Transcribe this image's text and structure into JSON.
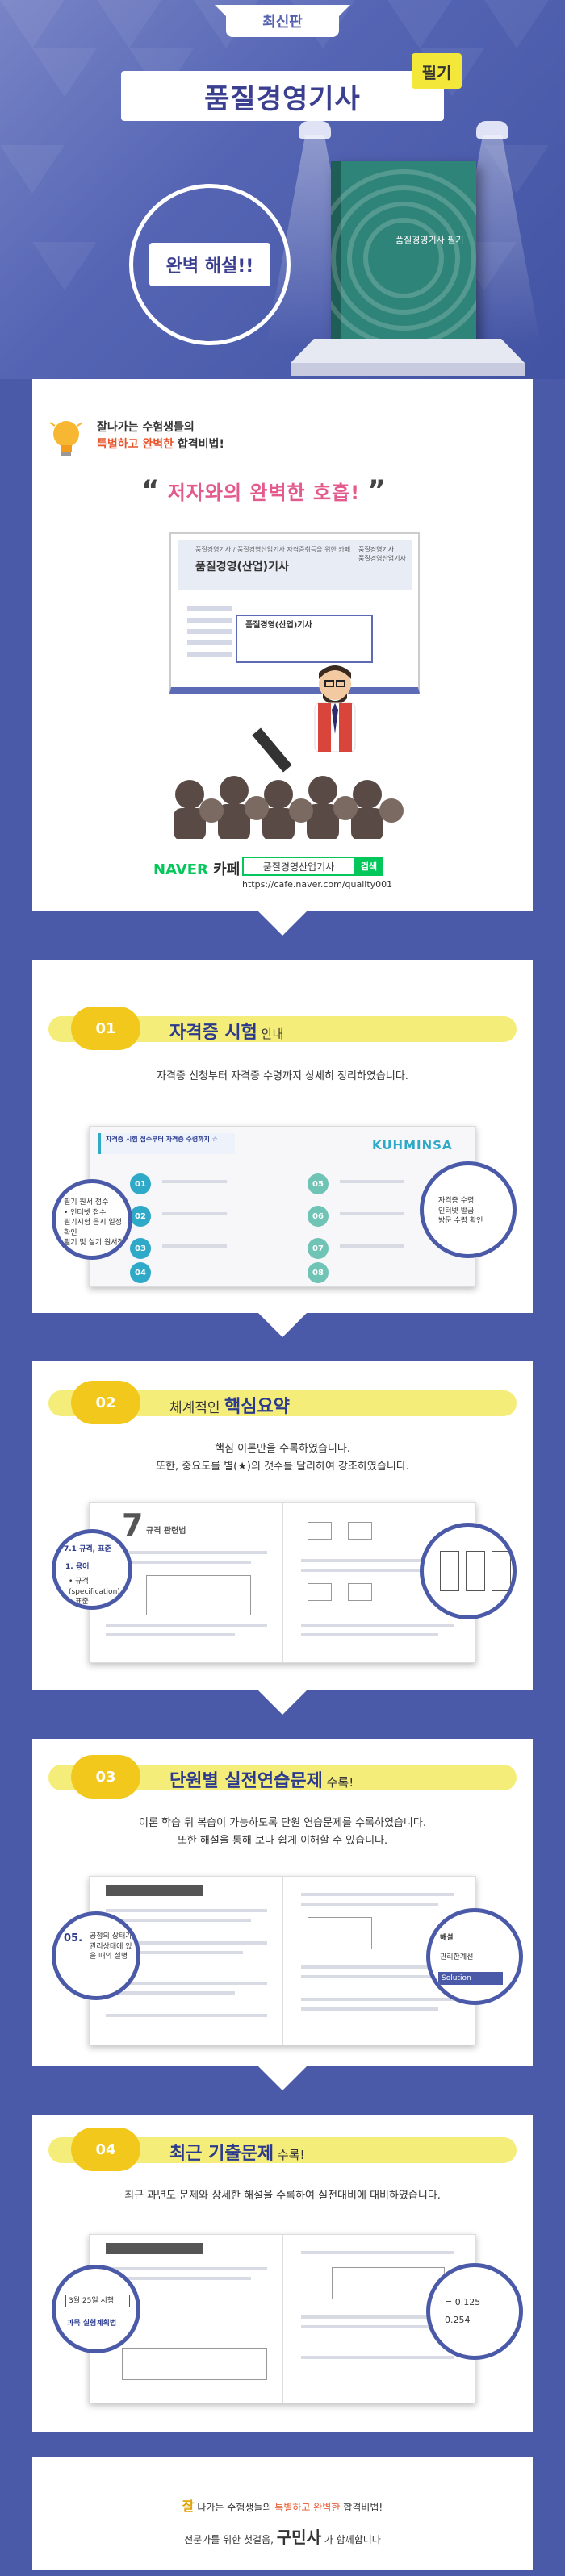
{
  "hero": {
    "badge": "최신판",
    "title": "품질경영기사",
    "tag": "필기",
    "bubble": "완벽 해설!!",
    "book_title": "품질경영기사 필기"
  },
  "intro": {
    "line1": "잘나가는 수험생들의",
    "line2_red": "특별하고 완벽한",
    "line2_rest": " 합격비법!",
    "quote": "저자와의 완벽한 호흡!",
    "quote_open": "“",
    "quote_close": "”"
  },
  "cafe": {
    "screen_sub": "품질경영기사 / 품질경영산업기사 자격증취득을 위한 카페",
    "screen_title": "품질경영(산업)기사",
    "screen_side": "품질경영기사\n품질경영산업기사",
    "box_title": "품질경영(산업)기사",
    "naver_a": "NAVER",
    "naver_b": "카페",
    "search_text": "품질경영산업기사",
    "search_btn": "검색",
    "url": "https://cafe.naver.com/quality001"
  },
  "sections": [
    {
      "num": "01",
      "title_a": "자격증 ",
      "title_b": "시험",
      "title_c": " 안내",
      "desc": [
        "자격증 신청부터 자격증 수령까지 상세히 정리하였습니다."
      ]
    },
    {
      "num": "02",
      "title_a": "체계적인 ",
      "title_b": "핵심요약",
      "title_c": "",
      "desc": [
        "핵심 이론만을 수록하였습니다.",
        "또한, 중요도를 별(★)의 갯수를 달리하여 강조하였습니다."
      ]
    },
    {
      "num": "03",
      "title_a": "단원별 실전연습문제",
      "title_b": "",
      "title_c": " 수록!",
      "desc": [
        "이론 학습 뒤 복습이 가능하도록 단원 연습문제를 수록하였습니다.",
        "또한 해설을 통해 보다 쉽게 이해할 수 있습니다."
      ]
    },
    {
      "num": "04",
      "title_a": "최근 기출문제",
      "title_b": "",
      "title_c": " 수록!",
      "desc": [
        "최근 과년도 문제와 상세한 해설을 수록하여 실전대비에 대비하였습니다."
      ]
    }
  ],
  "mock1": {
    "brand": "KUHMINSA",
    "head": "자격증 시험 접수부터 자격증 수령까지 ☆",
    "mag_left": "필기 원서 접수\n• 인터넷 접수\n필기시험 응시 일정 확인\n필기 및 실기 원서접수",
    "mag_right": "자격증 수령\n인터넷 발급\n방문 수령 확인",
    "steps": [
      "01",
      "02",
      "03",
      "04",
      "05",
      "06",
      "07",
      "08"
    ]
  },
  "mock2": {
    "chapter": "7",
    "chapter_title": "규격 관련법",
    "mag_left_a": "7.1  규격, 표준",
    "mag_left_b": "1. 용어",
    "mag_left_c": "• 규격(specification)\n• 표준"
  },
  "mock3": {
    "mag_left_a": "05.",
    "mag_left_b": "공정의 상태가 관리상태에 있을 때의 설명",
    "mag_right_a": "해설",
    "mag_right_b": "관리한계선",
    "mag_right_c": "Solution"
  },
  "mock4": {
    "mag_left_a": "3월 25일 시행",
    "mag_left_b": "과목  실험계획법",
    "mag_right_a": "= 0.125",
    "mag_right_b": "0.254"
  },
  "footer": {
    "line1_a": "잘",
    "line1_b": " 나가는 수험생들의 ",
    "line1_c": "특별하고 완벽한",
    "line1_d": " 합격비법!",
    "line2_a": "전문가를 위한 첫걸음, ",
    "line2_brand": "구민사",
    "line2_b": " 가 함께합니다"
  }
}
